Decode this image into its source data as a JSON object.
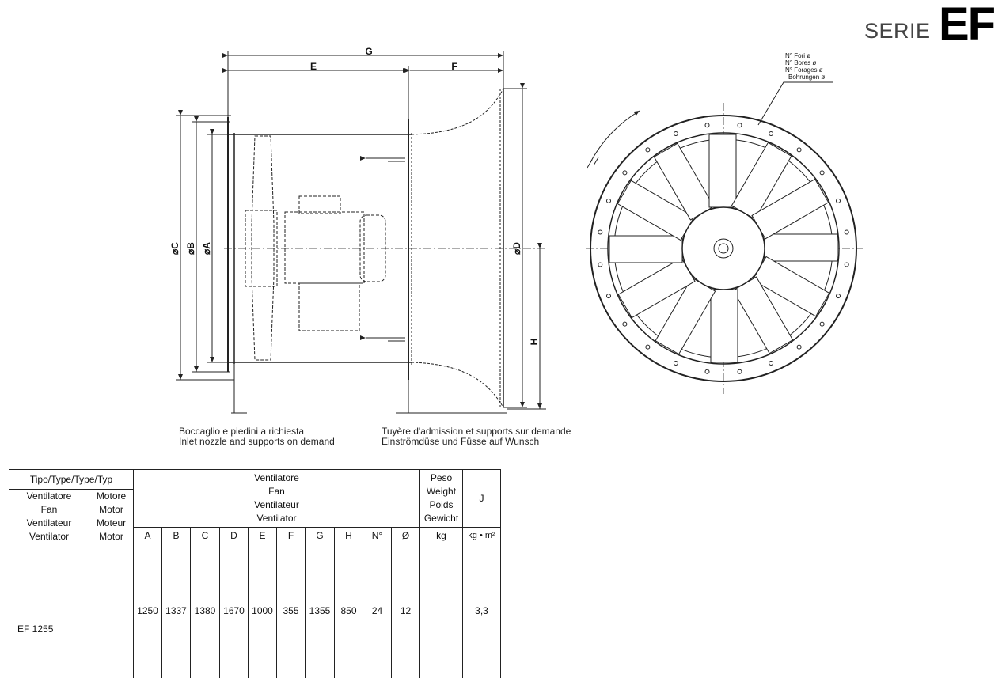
{
  "header": {
    "serie": "SERIE",
    "code": "EF"
  },
  "drawing": {
    "dims": [
      "G",
      "E",
      "F",
      "⌀C",
      "⌀B",
      "⌀A",
      "⌀D",
      "H"
    ],
    "holes_note": [
      "N° Fori ø",
      "N° Bores ø",
      "N° Forages ø",
      "Bohrungen ø"
    ]
  },
  "captions": {
    "left": [
      "Boccaglio e piedini a richiesta",
      "Inlet nozzle and supports on demand"
    ],
    "right": [
      "Tuyère d'admission et supports sur demande",
      "Einströmdüse und Füsse auf Wunsch"
    ]
  },
  "table": {
    "tipo_header": "Tipo/Type/Type/Typ",
    "ventilatore_col": [
      "Ventilatore",
      "Fan",
      "Ventilateur",
      "Ventilator"
    ],
    "motore_col": [
      "Motore",
      "Motor",
      "Moteur",
      "Motor"
    ],
    "fan_group": [
      "Ventilatore",
      "Fan",
      "Ventilateur",
      "Ventilator"
    ],
    "peso": [
      "Peso",
      "Weight",
      "Poids",
      "Gewicht"
    ],
    "j": "J",
    "columns": [
      "A",
      "B",
      "C",
      "D",
      "E",
      "F",
      "G",
      "H",
      "N°",
      "Ø"
    ],
    "peso_unit": "kg",
    "j_unit": "kg • m²",
    "row": {
      "type": "EF 1255",
      "motor": "",
      "values": [
        "1250",
        "1337",
        "1380",
        "1670",
        "1000",
        "355",
        "1355",
        "850",
        "24",
        "12"
      ],
      "weight": "",
      "j": "3,3"
    }
  }
}
